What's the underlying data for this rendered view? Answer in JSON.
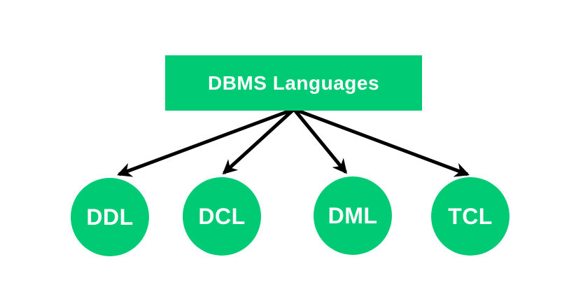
{
  "diagram": {
    "title": "DBMS Languages",
    "nodes": [
      {
        "id": "ddl",
        "label": "DDL"
      },
      {
        "id": "dcl",
        "label": "DCL"
      },
      {
        "id": "dml",
        "label": "DML"
      },
      {
        "id": "tcl",
        "label": "TCL"
      }
    ],
    "colors": {
      "node_fill": "#00CB74",
      "text": "#FFFFFF",
      "arrow": "#000000",
      "background": "#FFFFFF"
    }
  }
}
